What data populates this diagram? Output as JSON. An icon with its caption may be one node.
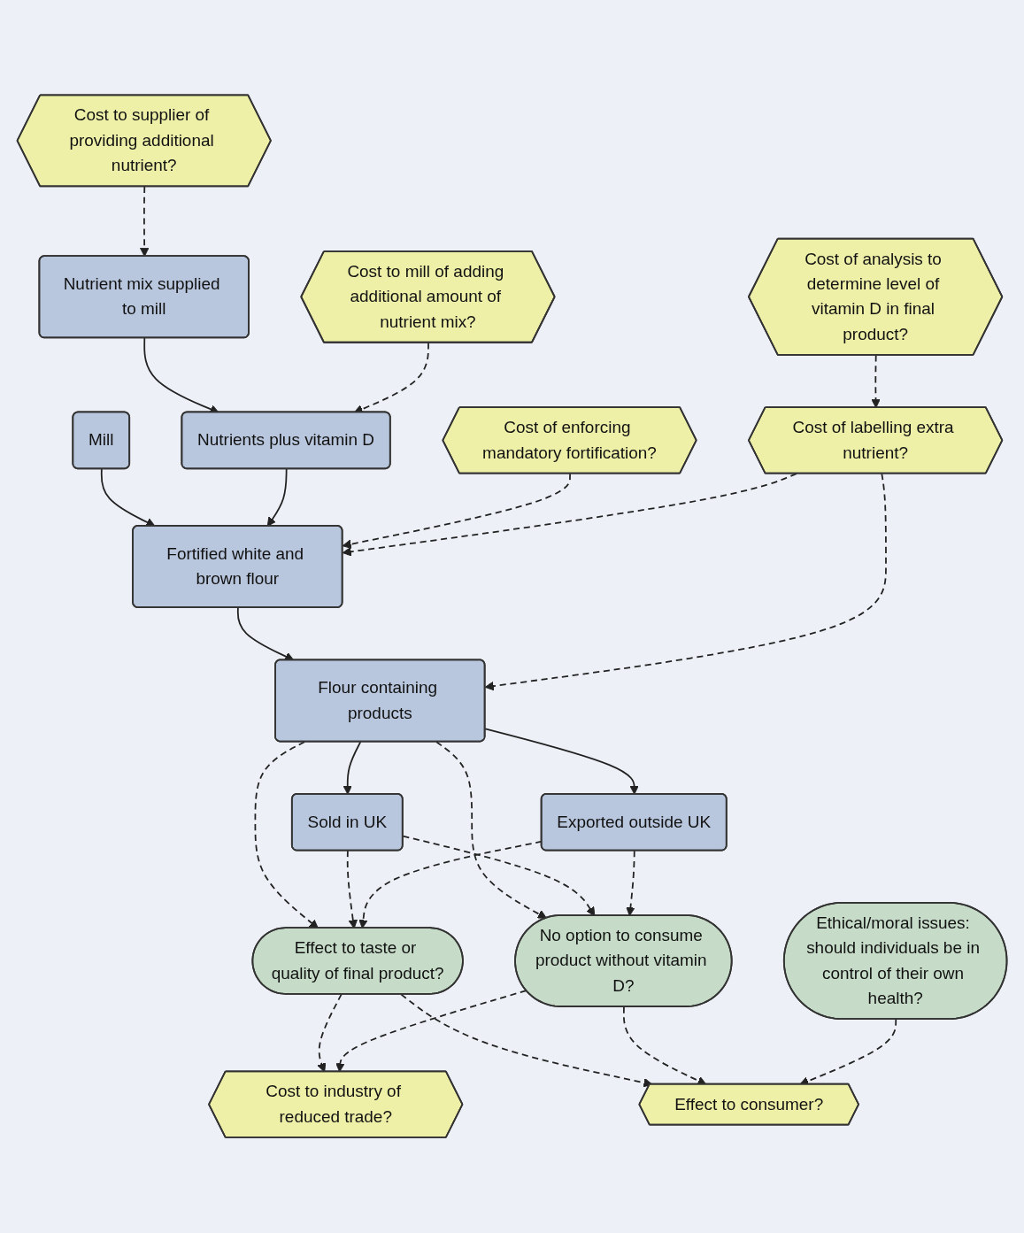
{
  "diagram": {
    "nodes": [
      {
        "text": [
          "Cost to supplier of providing additional nutrient?"
        ]
      },
      {
        "text": [
          "Cost to mill of adding additional amount of nutrient mix?"
        ]
      },
      {
        "text": [
          "Nutrient mix supplied to mill"
        ]
      },
      {
        "text": [
          "Mill"
        ]
      },
      {
        "text": [
          "Cost of enforcing mandatory fortification?"
        ]
      },
      {
        "text": [
          "Nutrients plus vitamin D"
        ]
      },
      {
        "text": [
          "Fortified white and brown flour"
        ]
      },
      {
        "text": [
          "Cost of labelling extra nutrient?"
        ]
      },
      {
        "text": [
          "Flour containing products"
        ]
      },
      {
        "text": [
          "Sold in UK"
        ]
      },
      {
        "text": [
          "Exported outside UK"
        ]
      },
      {
        "text": [
          "Cost of analysis to determine level of vitamin D in final product?"
        ]
      },
      {
        "text": [
          "Effect to taste or quality of final product?"
        ]
      },
      {
        "text": [
          "No option to consume product without vitamin D?"
        ]
      },
      {
        "text": [
          "Ethical/moral issues: should individuals be in control of their own health?"
        ]
      },
      {
        "text": [
          "Cost to industry of reduced trade?"
        ]
      },
      {
        "text": [
          "Effect to consumer?"
        ]
      }
    ],
    "edges": [
      {
        "from": 0,
        "to": 2,
        "arrow": "to",
        "style": "dashed"
      },
      {
        "from": 2,
        "to": 5,
        "arrow": "to"
      },
      {
        "from": 1,
        "to": 5,
        "arrow": "to",
        "style": "dashed"
      },
      {
        "from": 3,
        "to": 6,
        "arrow": "to"
      },
      {
        "from": 5,
        "to": 6,
        "arrow": "to"
      },
      {
        "from": 4,
        "to": 6,
        "arrow": "to",
        "style": "dashed"
      },
      {
        "from": 7,
        "to": 6,
        "arrow": "to",
        "style": "dashed"
      },
      {
        "from": 6,
        "to": 8,
        "arrow": "to"
      },
      {
        "from": 7,
        "to": 8,
        "arrow": "to",
        "style": "dashed"
      },
      {
        "from": 11,
        "to": 7,
        "arrow": "to",
        "style": "dashed"
      },
      {
        "from": 8,
        "to": 9,
        "arrow": "to"
      },
      {
        "from": 8,
        "to": 10,
        "arrow": "to"
      },
      {
        "from": 8,
        "to": 12,
        "arrow": "to",
        "style": "dashed"
      },
      {
        "from": 8,
        "to": 13,
        "arrow": "to",
        "style": "dashed"
      },
      {
        "from": 9,
        "to": 12,
        "arrow": "to",
        "style": "dashed"
      },
      {
        "from": 9,
        "to": 13,
        "arrow": "to",
        "style": "dashed"
      },
      {
        "from": 10,
        "to": 12,
        "arrow": "to",
        "style": "dashed"
      },
      {
        "from": 10,
        "to": 13,
        "arrow": "to",
        "style": "dashed"
      },
      {
        "from": 12,
        "to": 15,
        "arrow": "to",
        "style": "dashed"
      },
      {
        "from": 13,
        "to": 15,
        "arrow": "to",
        "style": "dashed"
      },
      {
        "from": 12,
        "to": 16,
        "arrow": "to",
        "style": "dashed"
      },
      {
        "from": 13,
        "to": 16,
        "arrow": "to",
        "style": "dashed"
      },
      {
        "from": 14,
        "to": 16,
        "arrow": "to",
        "style": "dashed"
      }
    ]
  }
}
